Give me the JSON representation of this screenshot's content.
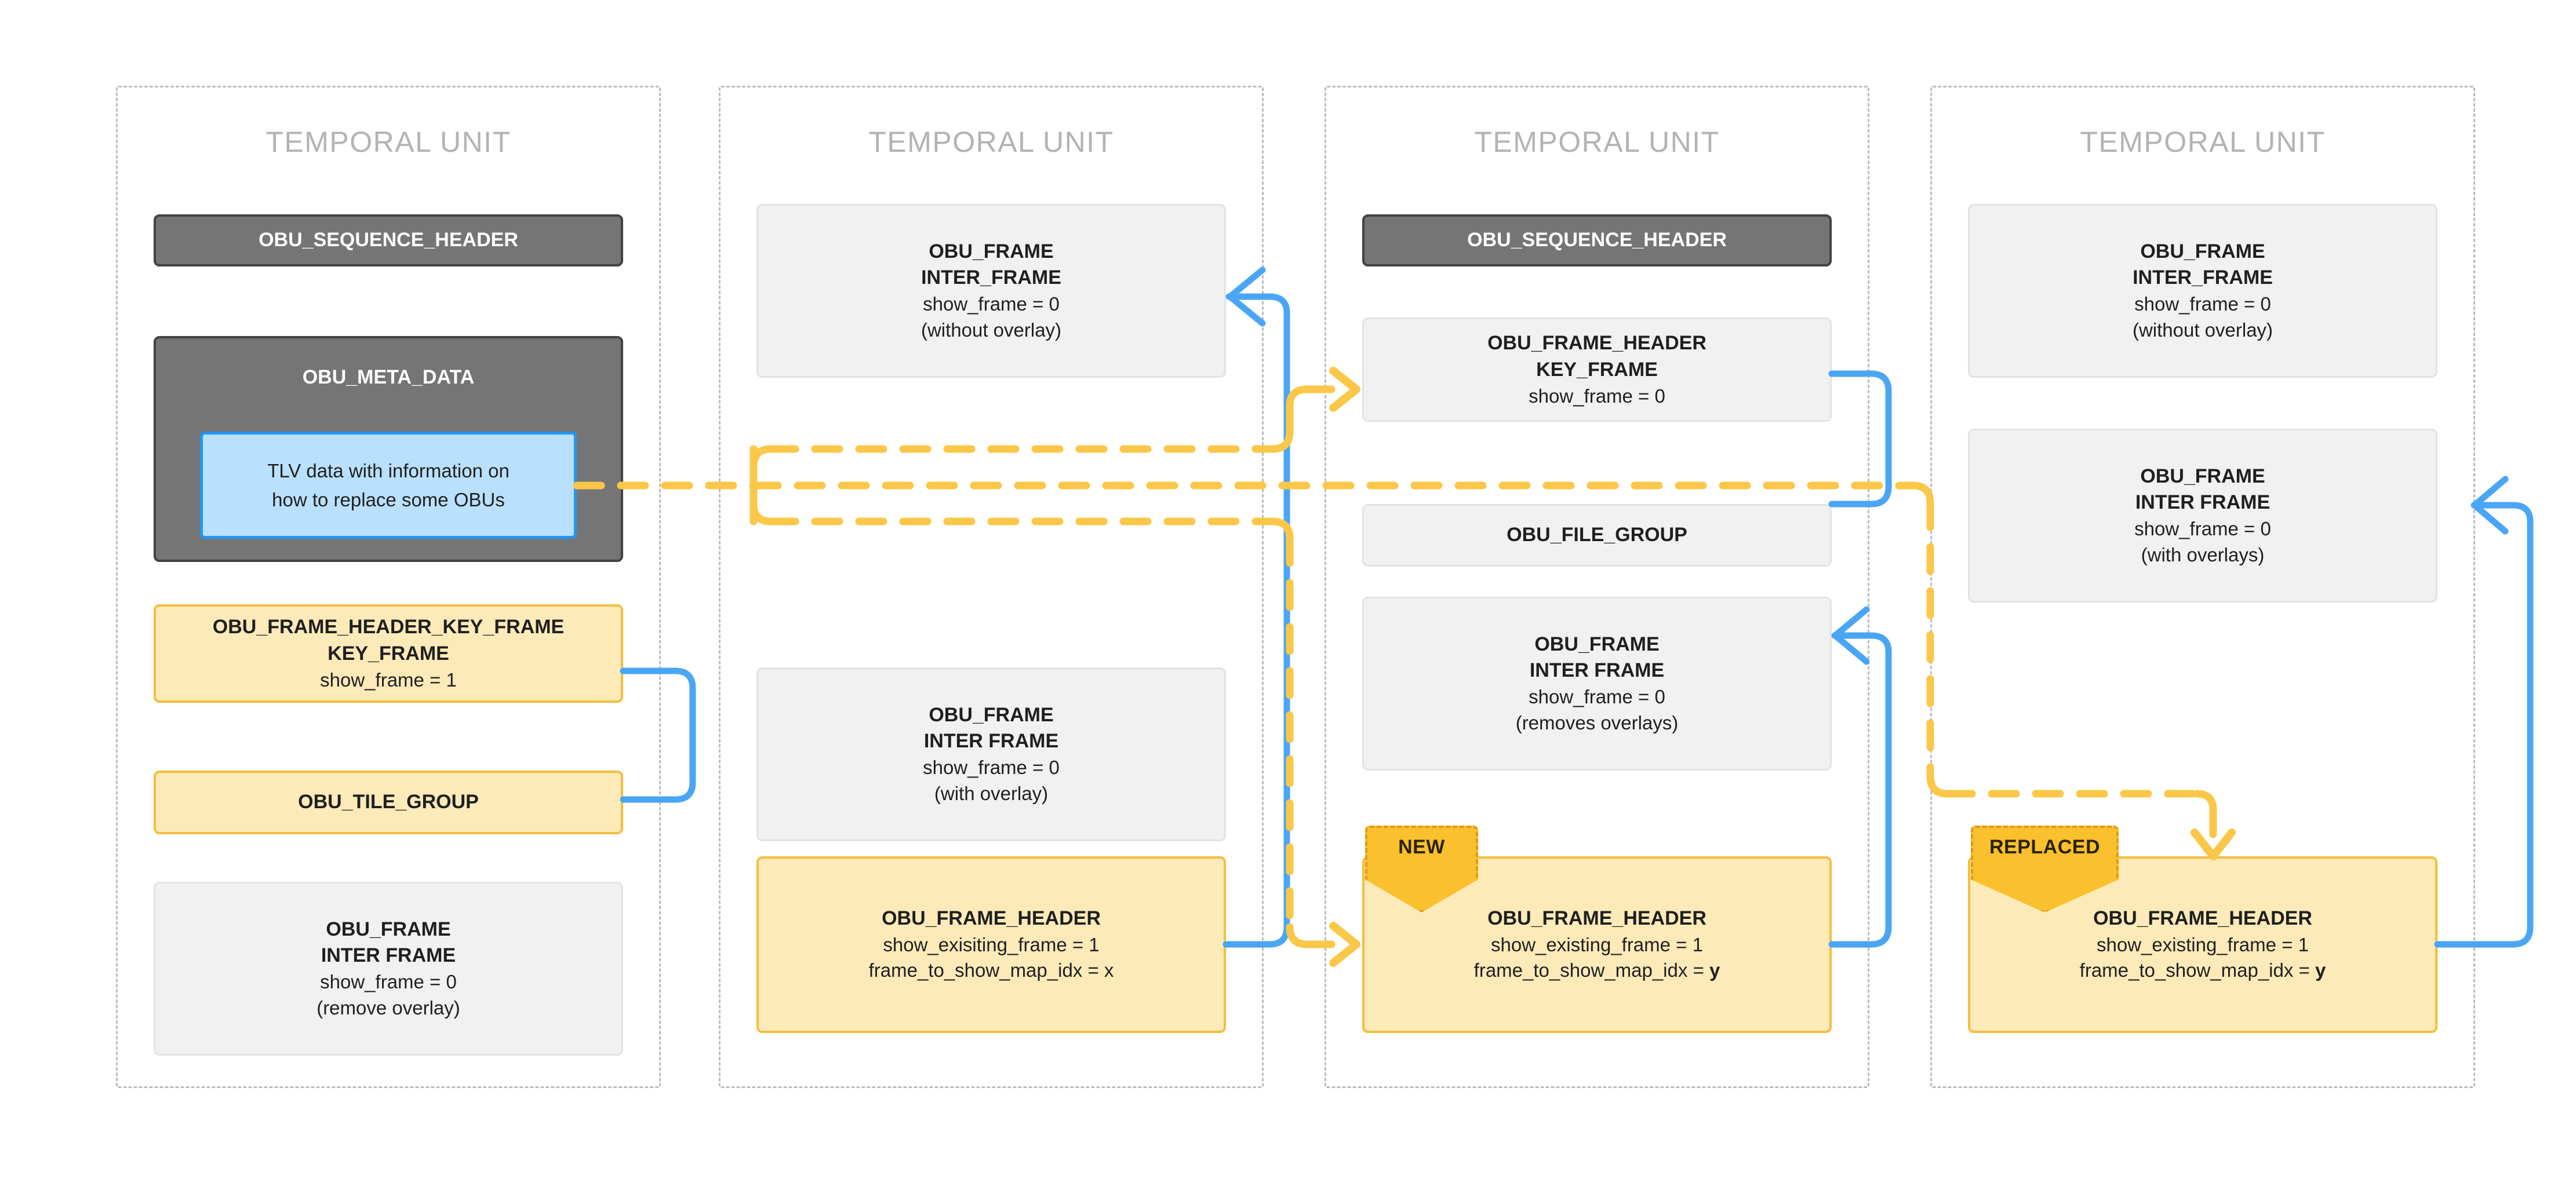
{
  "units": [
    {
      "title": "TEMPORAL UNIT",
      "blocks": [
        {
          "kind": "dark",
          "name": "obu-sequence-header",
          "l1": "OBU_SEQUENCE_HEADER"
        },
        {
          "kind": "dark",
          "name": "obu-meta-data",
          "l1": "OBU_META_DATA",
          "note": {
            "line1": "TLV data with information on",
            "line2": "how to replace some OBUs"
          }
        },
        {
          "kind": "amber",
          "name": "obu-frame-header-key-frame",
          "l1": "OBU_FRAME_HEADER_KEY_FRAME",
          "l2": "KEY_FRAME",
          "l3": "show_frame = 1"
        },
        {
          "kind": "amber",
          "name": "obu-tile-group",
          "l1": "OBU_TILE_GROUP"
        },
        {
          "kind": "grey",
          "name": "obu-frame-inter-remove-overlay",
          "l1": "OBU_FRAME",
          "l2": "INTER FRAME",
          "l3": "show_frame = 0",
          "l4": "(remove overlay)"
        }
      ]
    },
    {
      "title": "TEMPORAL UNIT",
      "blocks": [
        {
          "kind": "grey",
          "name": "obu-frame-inter-frame-without-overlay",
          "l1": "OBU_FRAME",
          "l2": "INTER_FRAME",
          "l3": "show_frame = 0",
          "l4": "(without overlay)"
        },
        {
          "kind": "grey",
          "name": "obu-frame-inter-frame-with-overlay",
          "l1": "OBU_FRAME",
          "l2": "INTER FRAME",
          "l3": "show_frame = 0",
          "l4": "(with overlay)"
        },
        {
          "kind": "amber",
          "name": "obu-frame-header-show-existing-x",
          "l1": "OBU_FRAME_HEADER",
          "l3": "show_exisiting_frame = 1",
          "l4": "frame_to_show_map_idx = x"
        }
      ]
    },
    {
      "title": "TEMPORAL UNIT",
      "blocks": [
        {
          "kind": "dark",
          "name": "obu-sequence-header",
          "l1": "OBU_SEQUENCE_HEADER"
        },
        {
          "kind": "grey",
          "name": "obu-frame-header-key-frame",
          "l1": "OBU_FRAME_HEADER",
          "l2": "KEY_FRAME",
          "l3": "show_frame = 0"
        },
        {
          "kind": "grey",
          "name": "obu-file-group",
          "l1": "OBU_FILE_GROUP"
        },
        {
          "kind": "grey",
          "name": "obu-frame-inter-frame-removes-overlays",
          "l1": "OBU_FRAME",
          "l2": "INTER FRAME",
          "l3": "show_frame = 0",
          "l4": "(removes overlays)"
        },
        {
          "kind": "amber",
          "name": "obu-frame-header-show-existing-y-new",
          "badge": "NEW",
          "l1": "OBU_FRAME_HEADER",
          "l3": "show_existing_frame = 1",
          "l4": "frame_to_show_map_idx = y",
          "l4_bold_tail": "y"
        }
      ]
    },
    {
      "title": "TEMPORAL UNIT",
      "blocks": [
        {
          "kind": "grey",
          "name": "obu-frame-inter-frame-without-overlay",
          "l1": "OBU_FRAME",
          "l2": "INTER_FRAME",
          "l3": "show_frame = 0",
          "l4": "(without overlay)"
        },
        {
          "kind": "grey",
          "name": "obu-frame-inter-frame-with-overlays",
          "l1": "OBU_FRAME",
          "l2": "INTER FRAME",
          "l3": "show_frame = 0",
          "l4": "(with overlays)"
        },
        {
          "kind": "amber",
          "name": "obu-frame-header-show-existing-y-replaced",
          "badge": "REPLACED",
          "l1": "OBU_FRAME_HEADER",
          "l3": "show_existing_frame = 1",
          "l4": "frame_to_show_map_idx = y",
          "l4_bold_tail": "y"
        }
      ]
    }
  ],
  "colors": {
    "unit_border": "#bdbdbd",
    "unit_title": "#b3b3b3",
    "dark_fill": "#757575",
    "dark_border": "#424242",
    "grey_fill": "#f1f1f1",
    "grey_border": "#e3e3e3",
    "amber_fill": "#fdeab9",
    "amber_border": "#f5bd3f",
    "badge_fill": "#fbc02d",
    "badge_border": "#e09b16",
    "tlv_fill": "#b9e0fd",
    "tlv_border": "#2196f3",
    "blue_wire": "#4aa6f5",
    "yellow_wire": "#fbc748"
  }
}
